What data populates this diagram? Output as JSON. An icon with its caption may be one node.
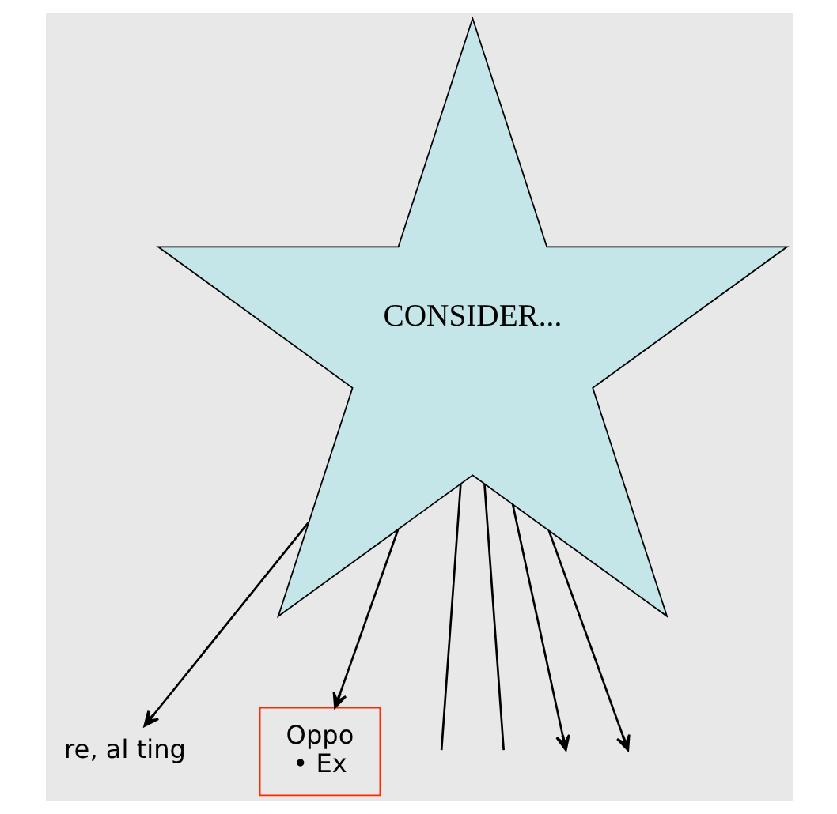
{
  "diagram": {
    "nodes": [
      {
        "text": [
          "CONSIDER..."
        ]
      },
      {
        "text": [
          "re, al ting"
        ]
      },
      {
        "text": [
          "Oppo",
          "• Ex"
        ]
      }
    ],
    "edges": [
      {
        "from": 0,
        "to": null,
        "arrow": "none"
      },
      {
        "from": 0,
        "to": null,
        "arrow": "none"
      },
      {
        "from": 0,
        "to": 1,
        "arrow": "to"
      },
      {
        "from": 0,
        "to": null,
        "arrow": "to"
      },
      {
        "from": 0,
        "to": null,
        "arrow": "to"
      },
      {
        "from": 0,
        "to": 2,
        "arrow": "to"
      }
    ]
  }
}
